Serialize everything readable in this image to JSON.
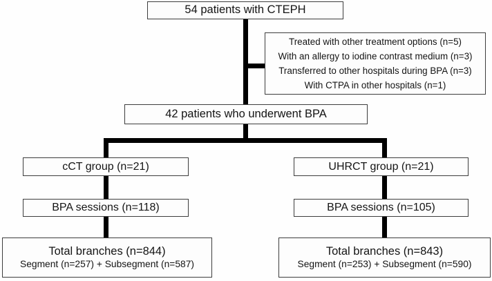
{
  "figure": {
    "title": "CTEPH BPA patient flow diagram",
    "background_color": "#fefefe",
    "box_border_color": "#3c3c3c",
    "connector_color": "#000000"
  },
  "nodes": {
    "top": {
      "label": "54 patients with CTEPH"
    },
    "exclusions": {
      "lines": [
        "Treated with other treatment options (n=5)",
        "With an allergy to iodine contrast medium (n=3)",
        "Transferred to other hospitals during BPA (n=3)",
        "With CTPA in other hospitals (n=1)"
      ]
    },
    "underwent": {
      "label": "42 patients who underwent BPA"
    },
    "cct_group": {
      "label": "cCT group (n=21)"
    },
    "uhrct_group": {
      "label": "UHRCT group (n=21)"
    },
    "cct_sessions": {
      "label": "BPA sessions (n=118)"
    },
    "uhrct_sessions": {
      "label": "BPA sessions (n=105)"
    },
    "cct_total": {
      "line1": "Total branches (n=844)",
      "line2": "Segment (n=257) + Subsegment (n=587)"
    },
    "uhrct_total": {
      "line1": "Total branches (n=843)",
      "line2": "Segment (n=253) + Subsegment (n=590)"
    }
  }
}
